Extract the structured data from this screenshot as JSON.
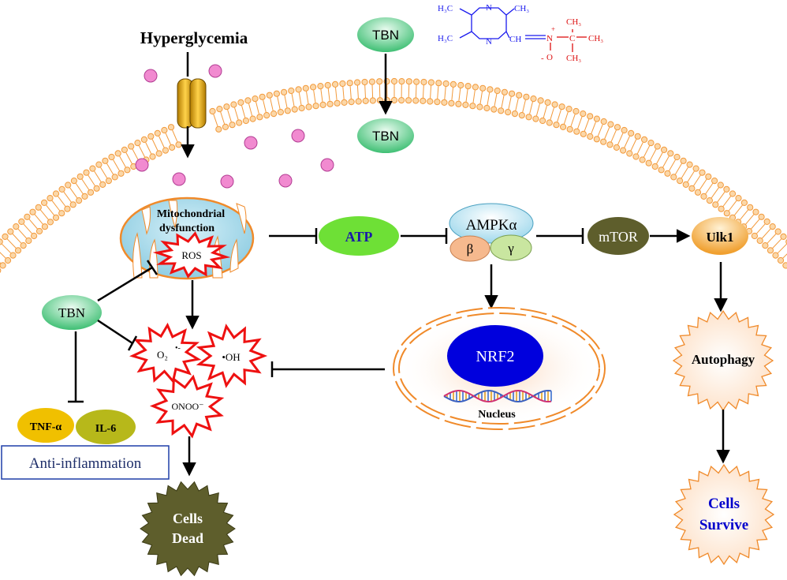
{
  "title": "Hyperglycemia",
  "drug_label": "TBN",
  "structure": {
    "methyl": "H₃C",
    "ch3": "CH₃",
    "ring_n": "N",
    "ch_eq": "CH",
    "plus": "+",
    "minus": "-",
    "nitrone_n": "N",
    "oxygen": "O",
    "carbon": "C"
  },
  "mitochondria": {
    "line1": "Mitochondrial",
    "line2": "dysfunction",
    "ros": "ROS"
  },
  "radicals": {
    "superoxide": "O₂",
    "superoxide_charge": "•-",
    "hydroxyl": "•OH",
    "peroxynitrite": "ONOO⁻"
  },
  "atp": "ATP",
  "ampk": {
    "alpha": "AMPKα",
    "beta": "β",
    "gamma": "γ"
  },
  "mtor": "mTOR",
  "ulk1": "Ulk1",
  "nucleus": {
    "nrf2": "NRF2",
    "label": "Nucleus"
  },
  "autophagy": "Autophagy",
  "cells_survive": {
    "line1": "Cells",
    "line2": "Survive"
  },
  "cells_dead": {
    "line1": "Cells",
    "line2": "Dead"
  },
  "cytokines": {
    "tnf": "TNF-α",
    "il6": "IL-6"
  },
  "anti_inflammation": "Anti-inflammation",
  "colors": {
    "tbn_fill": "#7dd9a0",
    "atp_fill": "#6ee036",
    "ampk_fill": "#bfe8f5",
    "beta_fill": "#f6b98e",
    "gamma_fill": "#c9e6a0",
    "mtor_fill": "#5e5e2c",
    "ulk1_fill": "#f2b44a",
    "nrf2_fill": "#0000dd",
    "radical_stroke": "#ee1111",
    "membrane": "#f29a3c",
    "glucose": "#f080c8",
    "cells_dead_fill": "#5e5e2c",
    "tnf_fill": "#f0c000",
    "il6_fill": "#b7b81a",
    "anti_box_stroke": "#1f3fa8",
    "survive_text": "#0000cc",
    "structure_blue": "#1a1aee",
    "structure_red": "#dd1111"
  }
}
